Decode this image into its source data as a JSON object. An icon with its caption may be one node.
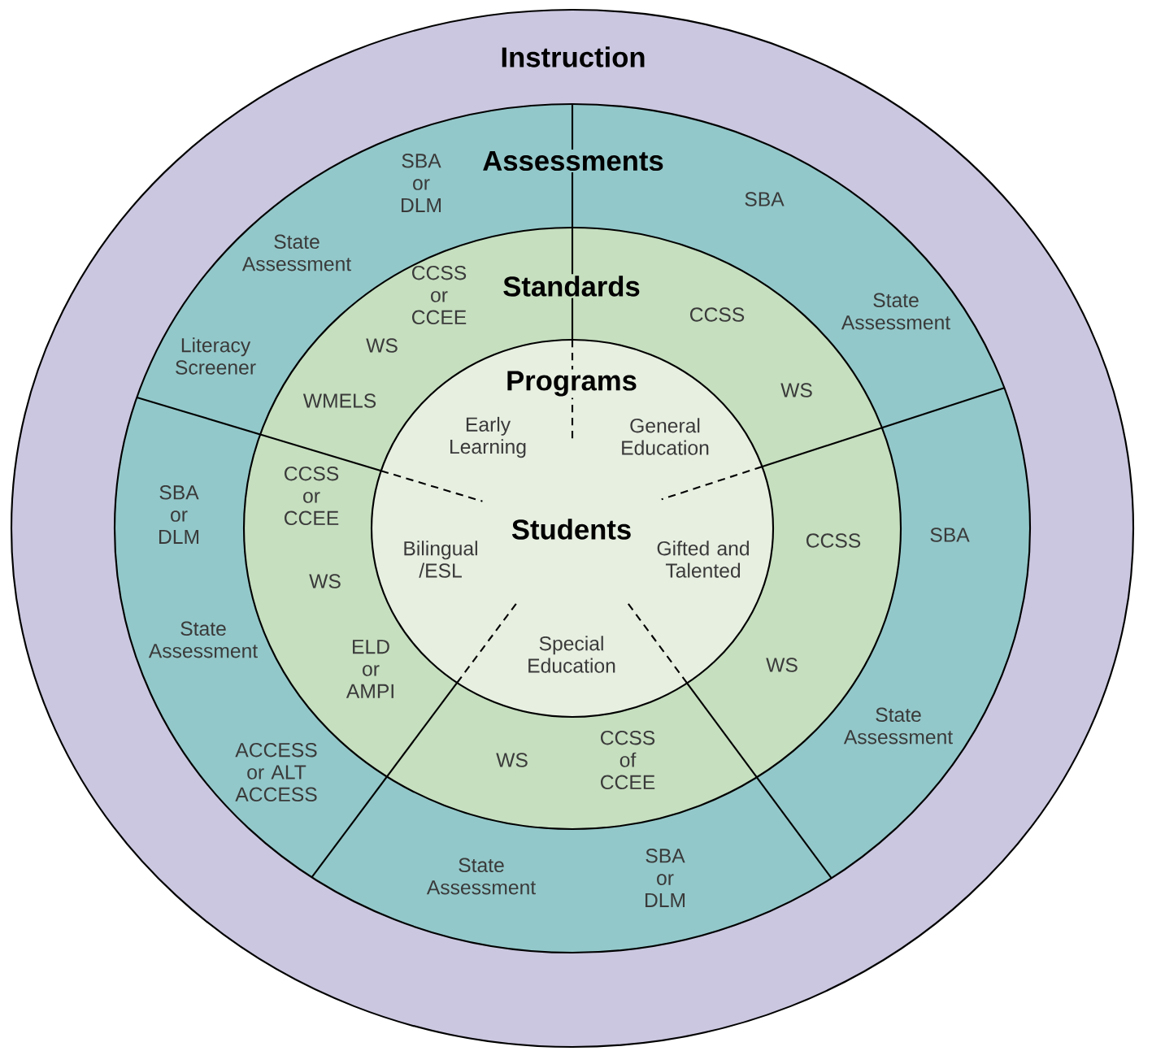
{
  "diagram": {
    "nodes": [
      {
        "text": [
          "Instruction"
        ]
      },
      {
        "text": [
          "Assessments",
          "SBA or DLM",
          "State Assessment",
          "Literacy Screener",
          "SBA",
          "State Assessment",
          "SBA or DLM",
          "State Assessment",
          "ACCESS or ALT ACCESS",
          "SBA",
          "State Assessment",
          "State Assessment",
          "SBA or DLM"
        ],
        "in": 0
      },
      {
        "text": [
          "Standards",
          "CCSS or CCEE",
          "WS",
          "WMELS",
          "CCSS",
          "WS",
          "CCSS or CCEE",
          "WS",
          "ELD or AMPI",
          "CCSS",
          "WS",
          "WS",
          "CCSS of CCEE"
        ],
        "in": 1
      },
      {
        "text": [
          "Programs",
          "Students",
          "Early Learning",
          "General Education",
          "Bilingual /ESL",
          "Gifted and Talented",
          "Special Education"
        ],
        "in": 2
      }
    ]
  }
}
